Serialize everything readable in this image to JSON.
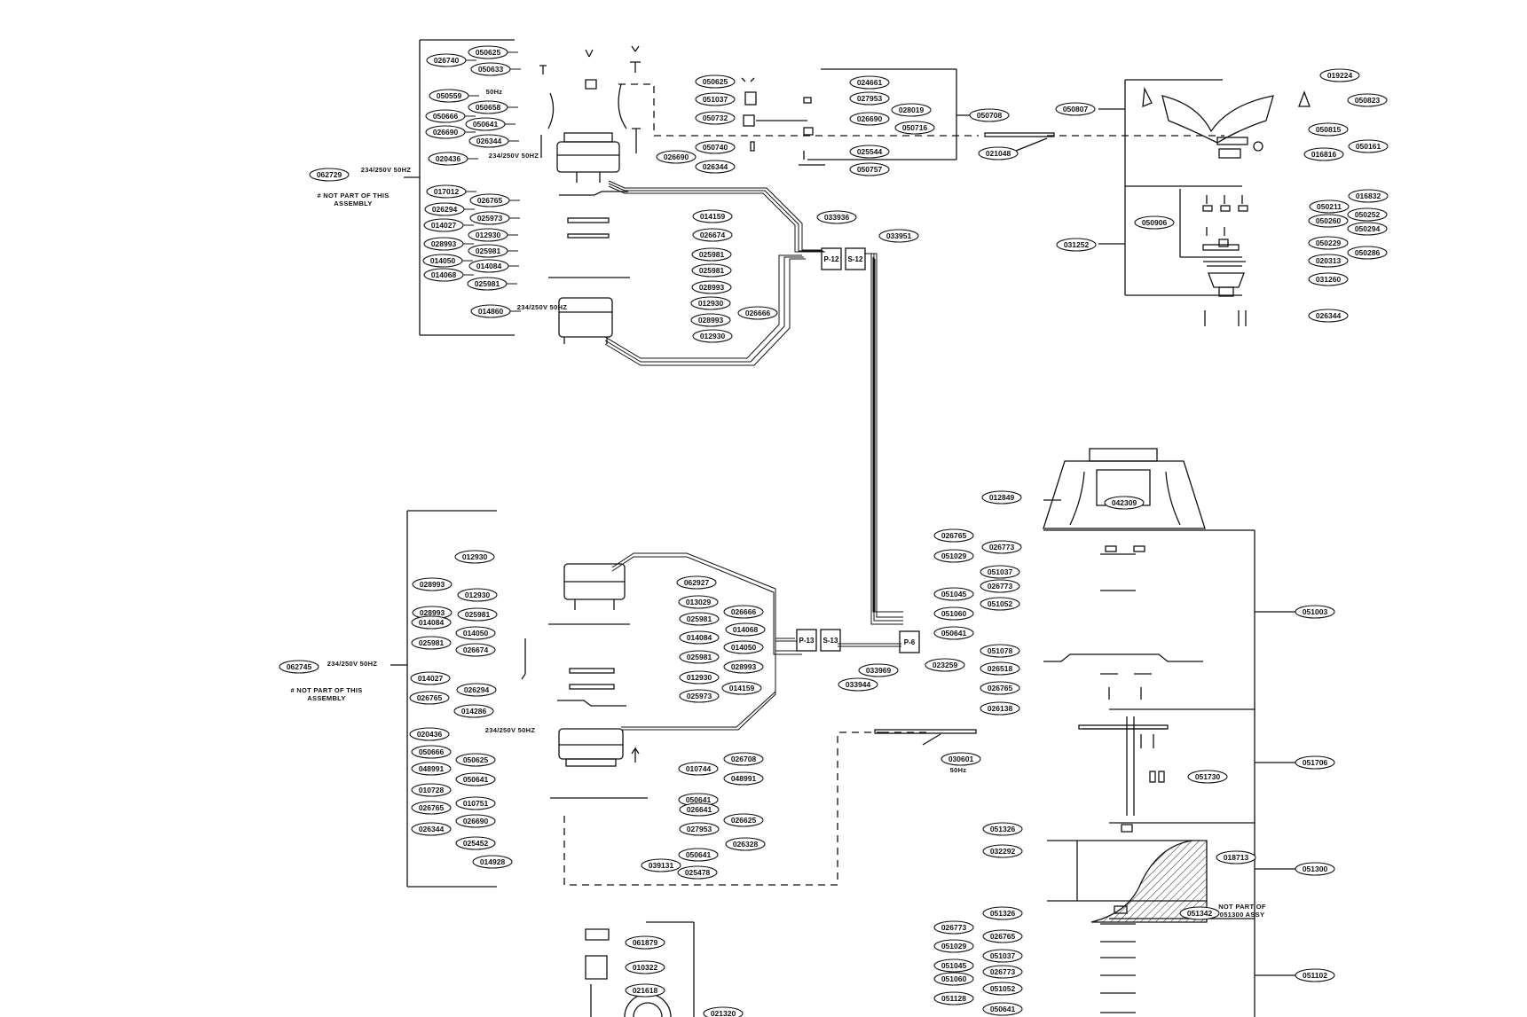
{
  "notes": {
    "not_part_1": "# NOT PART OF THIS ASSEMBLY",
    "not_part_2": "# NOT PART OF THIS ASSEMBLY",
    "not_part_051300": "NOT PART OF 051300 ASSY",
    "voltage_062729": "234/250V 50HZ",
    "voltage_014860": "234/250V 50HZ",
    "voltage_062745": "234/250V 50HZ",
    "voltage_020436_top": "234/250V 50HZ",
    "voltage_020436_bot": "234/250V 50HZ",
    "freq_050559": "50Hz",
    "freq_030601": "50Hz"
  },
  "connectors": [
    "P-12",
    "S-12",
    "P-13",
    "S-13",
    "P-6"
  ],
  "assemblies": [
    "062729",
    "062745",
    "050708",
    "050807",
    "031252",
    "051003",
    "051706",
    "051300",
    "051102"
  ],
  "parts": {
    "group_top_left": [
      "050625",
      "026740",
      "050633",
      "050559",
      "050658",
      "050666",
      "050641",
      "026690",
      "026344",
      "020436",
      "017012",
      "026765",
      "026294",
      "025973",
      "014027",
      "012930",
      "028993",
      "025981",
      "014050",
      "014084",
      "014068",
      "025981",
      "014860"
    ],
    "group_top_left_right_col": [
      "014159",
      "026674",
      "025981",
      "025981",
      "028993",
      "012930",
      "026666",
      "028993",
      "012930"
    ],
    "group_top_center": [
      "050625",
      "051037",
      "050732",
      "050740",
      "026690",
      "026344",
      "024661",
      "027953",
      "028019",
      "026690",
      "050716",
      "025544",
      "050757",
      "021048"
    ],
    "group_top_right": [
      "019224",
      "050823",
      "050815",
      "050161",
      "016816",
      "016832",
      "050211",
      "050252",
      "050260",
      "050294",
      "050906",
      "050229",
      "050286",
      "020313",
      "031260",
      "026344"
    ],
    "group_mid": [
      "033936",
      "033951",
      "033969",
      "033944",
      "023259"
    ],
    "group_bottom_left": [
      "012930",
      "028993",
      "012930",
      "028993",
      "025981",
      "014084",
      "014050",
      "025981",
      "026674",
      "014027",
      "026294",
      "026765",
      "014286",
      "020436",
      "050666",
      "050625",
      "048991",
      "050641",
      "010728",
      "010751",
      "026765",
      "026690",
      "026344",
      "025452",
      "014928",
      "039131"
    ],
    "group_bottom_left_right_col": [
      "062927",
      "013029",
      "026666",
      "025981",
      "014068",
      "014084",
      "014050",
      "025981",
      "028993",
      "012930",
      "014159",
      "025973",
      "026708",
      "010744",
      "048991",
      "050641",
      "026641",
      "026625",
      "027953",
      "026328",
      "050641",
      "025478"
    ],
    "group_speaker": [
      "012849",
      "042309",
      "026765",
      "026773",
      "051029",
      "051037",
      "051045",
      "026773",
      "051060",
      "051052",
      "050641",
      "051078",
      "026518",
      "026765",
      "026138"
    ],
    "group_right_lower": [
      "030601",
      "051730",
      "051326",
      "032292",
      "018713",
      "051326",
      "051342",
      "026773",
      "026765",
      "051029",
      "051037",
      "051045",
      "026773",
      "051060",
      "051052",
      "051128",
      "050641"
    ],
    "group_bottom_small": [
      "061879",
      "010322",
      "021618",
      "021320"
    ]
  }
}
